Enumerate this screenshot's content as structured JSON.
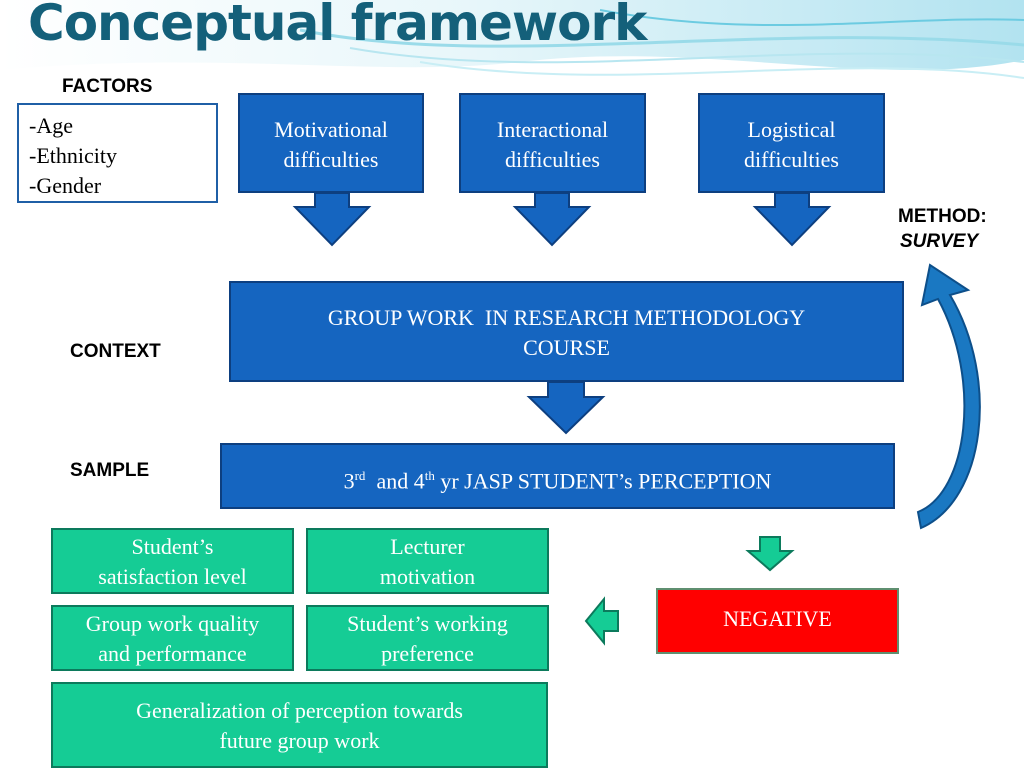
{
  "title": "Conceptual framework",
  "factors": {
    "label": "FACTORS",
    "items": [
      "-Age",
      "-Ethnicity",
      "-Gender"
    ]
  },
  "difficulties": [
    {
      "line1": "Motivational",
      "line2": "difficulties"
    },
    {
      "line1": "Interactional",
      "line2": "difficulties"
    },
    {
      "line1": "Logistical",
      "line2": "difficulties"
    }
  ],
  "method": {
    "label": "METHOD:",
    "value": "SURVEY"
  },
  "context": {
    "label": "CONTEXT",
    "line1": "GROUP WORK  IN RESEARCH METHODOLOGY",
    "line2": "COURSE"
  },
  "sample": {
    "label": "SAMPLE",
    "num1": "3",
    "sup1": "rd",
    "mid": "and 4",
    "sup2": "th",
    "rest": "yr JASP STUDENT’s PERCEPTION"
  },
  "outcomes": [
    {
      "line1": "Student’s",
      "line2": "satisfaction level"
    },
    {
      "line1": "Lecturer",
      "line2": "motivation"
    },
    {
      "line1": "Group work quality",
      "line2": "and performance"
    },
    {
      "line1": "Student’s working",
      "line2": "preference"
    },
    {
      "line1": "Generalization of perception towards",
      "line2": "future group work"
    }
  ],
  "result": "NEGATIVE",
  "colors": {
    "title": "#14607a",
    "blue_box": "#1565c0",
    "teal_box": "#15cc95",
    "negative_box": "#ff0000",
    "curved_arrow": "#1a78c2"
  }
}
